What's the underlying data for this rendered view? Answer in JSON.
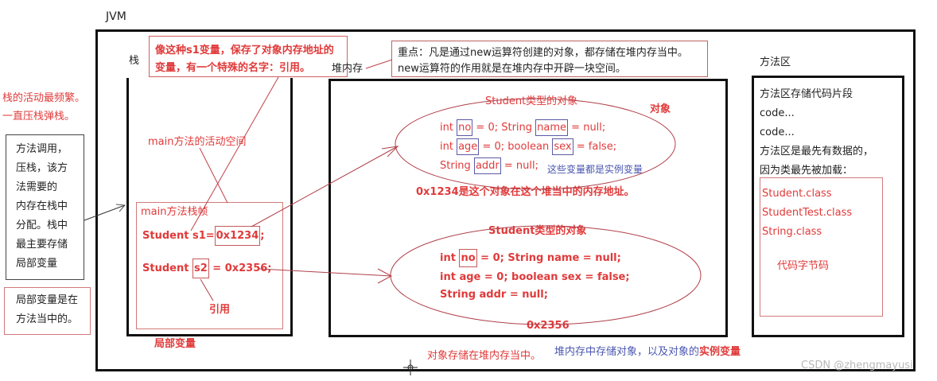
{
  "jvm": {
    "title": "JVM"
  },
  "left_notes": {
    "stack_activity_line1": "栈的活动最频繁。",
    "stack_activity_line2": "一直压栈弹栈。",
    "method_call_box": [
      "方法调用，",
      "压栈，该方",
      "法需要的",
      "内存在栈中",
      "分配。栈中",
      "最主要存储",
      "局部变量"
    ],
    "local_var_box": [
      "局部变量是在",
      "方法当中的。"
    ]
  },
  "stack": {
    "label": "栈",
    "callout": [
      "像这种s1变量，保存了对象内存地址的",
      "变量，有一个特殊的名字：引用。"
    ],
    "main_activity_space": "main方法的活动空间",
    "frame": {
      "title": "main方法栈帧",
      "s1_prefix": "Student s1=",
      "s1_value": "0x1234",
      "s1_suffix": ";",
      "s2_prefix": "Student ",
      "s2_name": "s2",
      "s2_suffix": " = 0x2356;",
      "reference_label": "引用"
    },
    "footer": "局部变量"
  },
  "heap": {
    "label": "堆内存",
    "callout": [
      "重点：凡是通过new运算符创建的对象，都存储在堆内存当中。",
      "new运算符的作用就是在堆内存中开辟一块空间。"
    ],
    "object1": {
      "title": "Student类型的对象",
      "side_label": "对象",
      "line1": {
        "t1": "int ",
        "f1": "no",
        "t2": " = 0;  String ",
        "f2": "name",
        "t3": " = null;"
      },
      "line2": {
        "t1": "int ",
        "f1": "age",
        "t2": " = 0; boolean ",
        "f2": "sex",
        "t3": " = false;"
      },
      "line3": {
        "t1": "String ",
        "f1": "addr",
        "t2": " = null;"
      },
      "instance_note": "这些变量都是实例变量",
      "address_note": "0x1234是这个对象在这个堆当中的内存地址。"
    },
    "object2": {
      "title": "Student类型的对象",
      "line1": {
        "t1": "int ",
        "f1": "no",
        "t2": " = 0;  String name = null;"
      },
      "line2": "int age = 0; boolean sex = false;",
      "line3": "String addr = null;",
      "address": "0x2356"
    },
    "footer_red": "对象存储在堆内存当中。",
    "footer_blue": "堆内存中存储对象，以及对象的",
    "footer_blue_red": "实例变量"
  },
  "method_area": {
    "label": "方法区",
    "lines": [
      "方法区存储代码片段",
      "code...",
      "code...",
      "方法区是最先有数据的，",
      "因为类最先被加载："
    ],
    "classes": [
      "Student.class",
      "StudentTest.class",
      "String.class"
    ],
    "bytecode_label": "代码字节码"
  },
  "watermark": "CSDN @zhengmayusi",
  "colors": {
    "red": "#e03a3a",
    "blue": "#4a56b0",
    "line": "#c65a6a",
    "black": "#111111"
  }
}
